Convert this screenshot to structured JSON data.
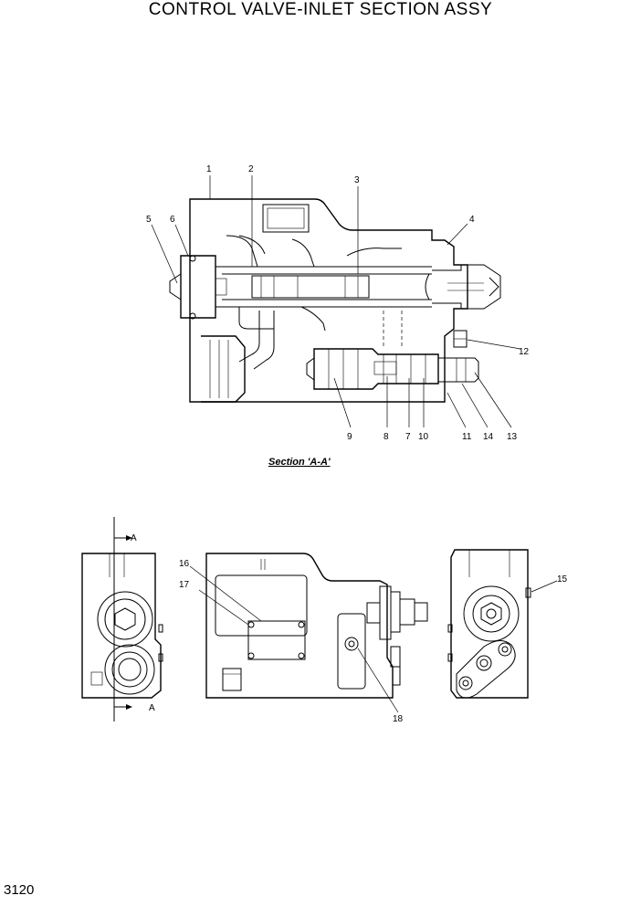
{
  "title": "CONTROL VALVE-INLET SECTION ASSY",
  "page_number": "3120",
  "section_label": "Section 'A-A'",
  "section_marks": [
    "A",
    "A"
  ],
  "callouts": [
    "1",
    "2",
    "3",
    "4",
    "5",
    "6",
    "7",
    "8",
    "9",
    "10",
    "11",
    "12",
    "13",
    "14",
    "15",
    "16",
    "17",
    "18"
  ]
}
